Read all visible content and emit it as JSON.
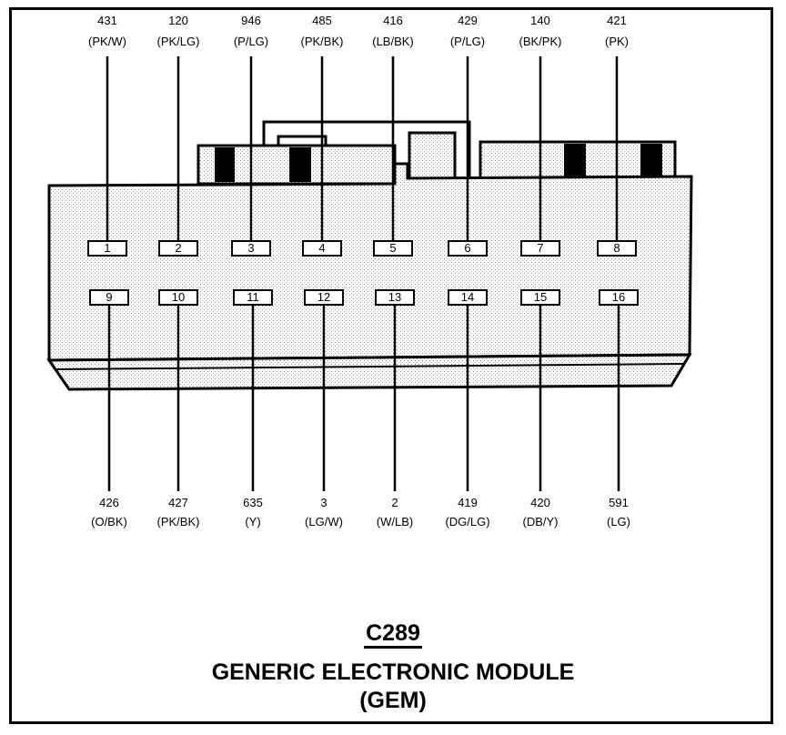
{
  "connector": {
    "code": "C289",
    "name": "GENERIC ELECTRONIC MODULE",
    "abbr": "(GEM)"
  },
  "top_pins": [
    {
      "pin": "1",
      "circuit": "431",
      "color": "(PK/W)"
    },
    {
      "pin": "2",
      "circuit": "120",
      "color": "(PK/LG)"
    },
    {
      "pin": "3",
      "circuit": "946",
      "color": "(P/LG)"
    },
    {
      "pin": "4",
      "circuit": "485",
      "color": "(PK/BK)"
    },
    {
      "pin": "5",
      "circuit": "416",
      "color": "(LB/BK)"
    },
    {
      "pin": "6",
      "circuit": "429",
      "color": "(P/LG)"
    },
    {
      "pin": "7",
      "circuit": "140",
      "color": "(BK/PK)"
    },
    {
      "pin": "8",
      "circuit": "421",
      "color": "(PK)"
    }
  ],
  "bottom_pins": [
    {
      "pin": "9",
      "circuit": "426",
      "color": "(O/BK)"
    },
    {
      "pin": "10",
      "circuit": "427",
      "color": "(PK/BK)"
    },
    {
      "pin": "11",
      "circuit": "635",
      "color": "(Y)"
    },
    {
      "pin": "12",
      "circuit": "3",
      "color": "(LG/W)"
    },
    {
      "pin": "13",
      "circuit": "2",
      "color": "(W/LB)"
    },
    {
      "pin": "14",
      "circuit": "419",
      "color": "(DG/LG)"
    },
    {
      "pin": "15",
      "circuit": "420",
      "color": "(DB/Y)"
    },
    {
      "pin": "16",
      "circuit": "591",
      "color": "(LG)"
    }
  ]
}
